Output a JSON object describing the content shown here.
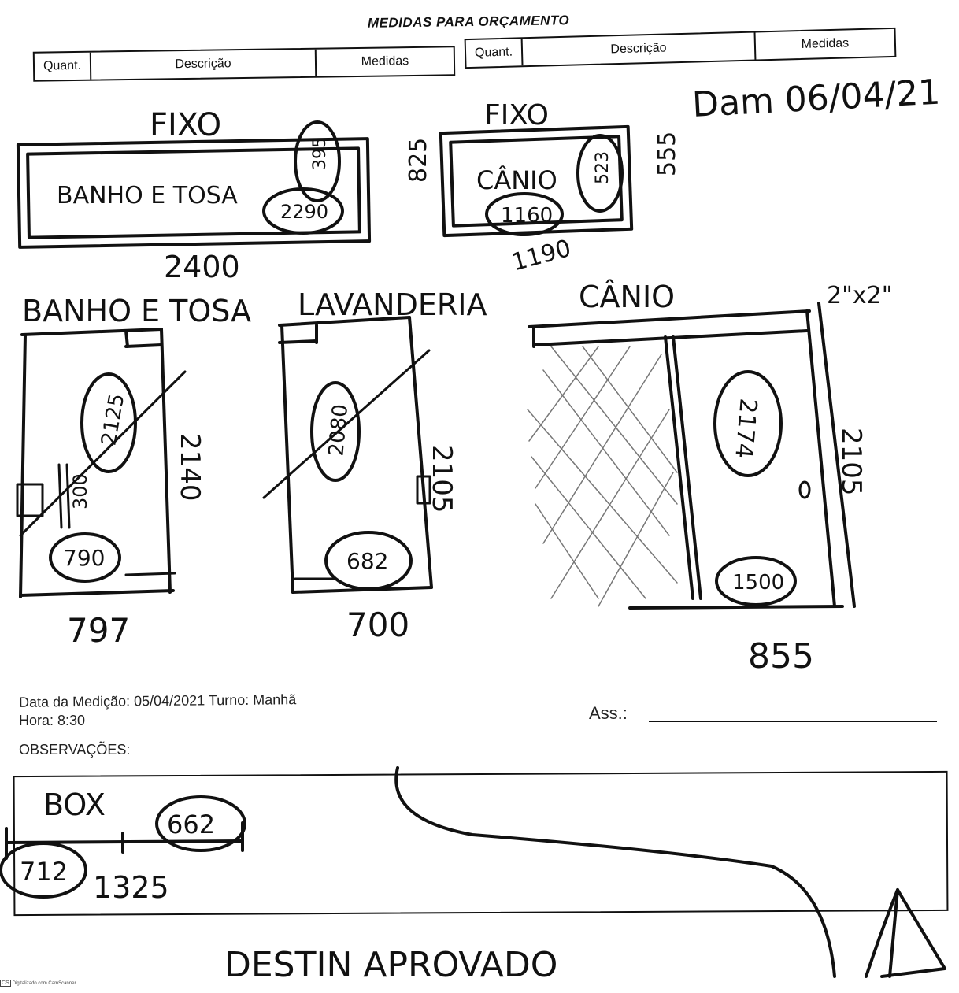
{
  "form": {
    "title": "MEDIDAS PARA ORÇAMENTO",
    "header_left": {
      "quant": "Quant.",
      "descricao": "Descrição",
      "medidas": "Medidas"
    },
    "header_right": {
      "quant": "Quant.",
      "descricao": "Descrição",
      "medidas": "Medidas"
    },
    "data_medicao": "Data da Medição: 05/04/2021  Turno: Manhã",
    "hora": "Hora: 8:30",
    "observacoes_label": "OBSERVAÇÕES:",
    "assinatura_label": "Ass.:"
  },
  "handwriting": {
    "top_right_note": "Dam 06/04/21",
    "fixo_left": {
      "label": "FIXO",
      "inner": "BANHO E TOSA",
      "circle_v": "395",
      "circle_h": "2290",
      "side": "825",
      "bottom": "2400"
    },
    "fixo_right": {
      "label": "FIXO",
      "inner": "CÂNIO",
      "circle_v": "523",
      "circle_h": "1160",
      "side": "555",
      "bottom": "1190"
    },
    "banho_tosa": {
      "label": "BANHO E TOSA",
      "circle_v": "2125",
      "side": "2140",
      "inner": "300",
      "circle_bottom": "790",
      "bottom": "797"
    },
    "lavanderia": {
      "label": "LAVANDERIA",
      "circle_v": "2080",
      "side": "2105",
      "circle_bottom": "682",
      "bottom": "700"
    },
    "canil": {
      "label": "CÂNIO",
      "corner": "2\"x2\"",
      "circle_v": "2174",
      "side": "2105",
      "circle_bottom": "1500",
      "bottom": "855"
    },
    "box": {
      "label": "BOX",
      "circle_right": "662",
      "circle_left": "712",
      "total": "1325"
    },
    "bottom_note": "DESTIN APROVADO"
  },
  "footer": {
    "badge": "CS",
    "text": "Digitalizado com CamScanner"
  }
}
